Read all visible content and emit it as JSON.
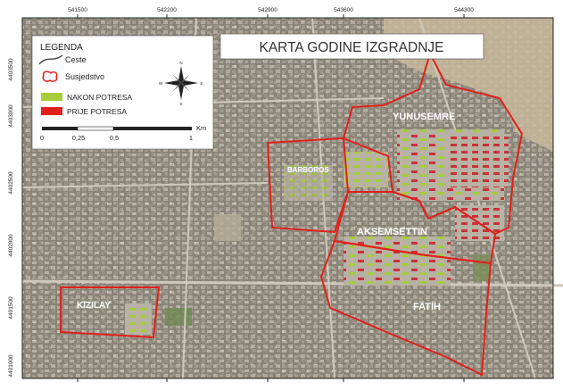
{
  "title": "KARTA GODINE IZGRADNJE",
  "grid": {
    "x_ticks": [
      "541500",
      "542200",
      "542900",
      "543600",
      "544300"
    ],
    "y_ticks": [
      "4403000",
      "4402500",
      "4402000",
      "4401500",
      "4401000"
    ],
    "top_y_label": "4403500"
  },
  "legend": {
    "heading": "LEGENDA",
    "items": [
      {
        "label": "Ceste",
        "color": "#444444"
      },
      {
        "label": "Susjedstvo",
        "color": "#e0201b"
      },
      {
        "label": "NAKON POTRESA",
        "color": "#a6cc3a"
      },
      {
        "label": "PRIJE POTRESA",
        "color": "#e0201b"
      }
    ],
    "scale": {
      "ticks": [
        "0",
        "0,25",
        "0,5",
        "1"
      ],
      "unit": "Km"
    },
    "compass": {
      "n": "N",
      "s": "S",
      "e": "E",
      "w": "W"
    }
  },
  "neighbourhoods": {
    "yunusemre": "YUNUSEMRE",
    "barboros": "BARBOROS",
    "aksemsettin": "AKSEMSETTIN",
    "fatih": "FATIH",
    "kizilay": "KIZILAY"
  },
  "colors": {
    "imagery": "#9a9284",
    "neighbourhood_outline": "#e0201b",
    "new_building": "#a6cc3a",
    "old_building": "#c8323a"
  }
}
